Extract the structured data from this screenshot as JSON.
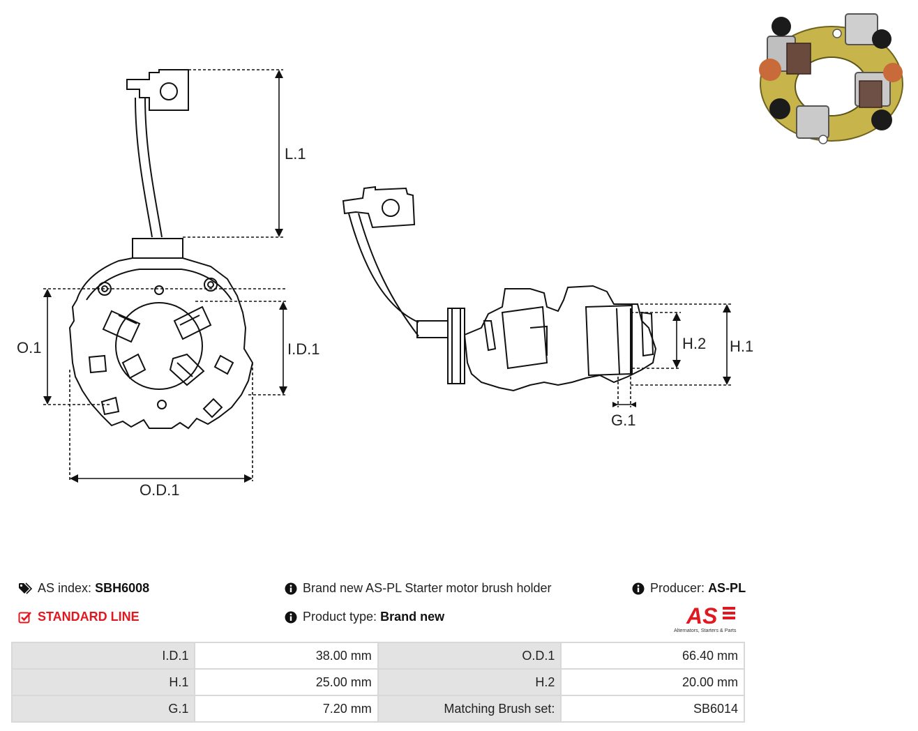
{
  "dimensions": {
    "l1": "L.1",
    "o1": "O.1",
    "id1": "I.D.1",
    "od1": "O.D.1",
    "h1": "H.1",
    "h2": "H.2",
    "g1": "G.1"
  },
  "info": {
    "as_index_label": "AS index:",
    "as_index_value": "SBH6008",
    "line": "STANDARD LINE",
    "description": "Brand new AS-PL Starter motor brush holder",
    "product_type_label": "Product type:",
    "product_type_value": "Brand new",
    "producer_label": "Producer:",
    "producer_value": "AS-PL"
  },
  "logo": {
    "mark": "AS",
    "tagline": "Alternators, Starters & Parts"
  },
  "specs": [
    [
      "I.D.1",
      "38.00 mm",
      "O.D.1",
      "66.40 mm"
    ],
    [
      "H.1",
      "25.00 mm",
      "H.2",
      "20.00 mm"
    ],
    [
      "G.1",
      "7.20 mm",
      "Matching Brush set:",
      "SB6014"
    ]
  ],
  "colors": {
    "accent_red": "#e01820",
    "table_label_bg": "#e3e3e3",
    "table_border": "#d8d8d8"
  },
  "icons": {
    "tag": "tag-icon",
    "check": "check-square-icon",
    "info": "info-circle-icon"
  }
}
